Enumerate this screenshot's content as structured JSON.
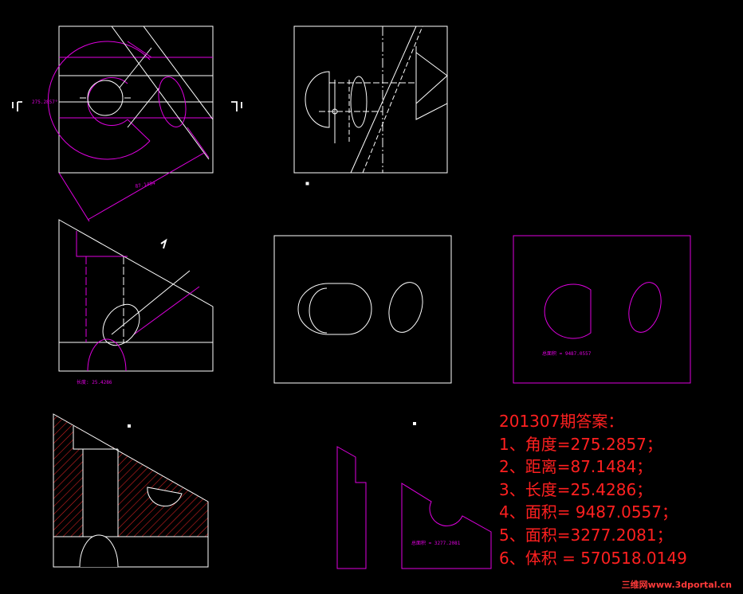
{
  "colors": {
    "background": "#000000",
    "line": "#ffffff",
    "dimension": "#e000e0",
    "hatch": "#cc2020",
    "answer_text": "#ff2020"
  },
  "dimensions": {
    "angle_label": "275.2857°",
    "distance_label": "87.1484",
    "length_label": "长度: 25.4286",
    "area1_label": "总面积 = 9487.0557",
    "area2_label": "总面积 = 3277.2081"
  },
  "answers": {
    "title": "201307期答案：",
    "lines": [
      "1、角度=275.2857；",
      "2、距离=87.1484；",
      "3、长度=25.4286；",
      "4、面积= 9487.0557；",
      "5、面积=3277.2081；",
      "6、体积 = 570518.0149"
    ]
  },
  "watermark": "三维网www.3dportal.cn"
}
